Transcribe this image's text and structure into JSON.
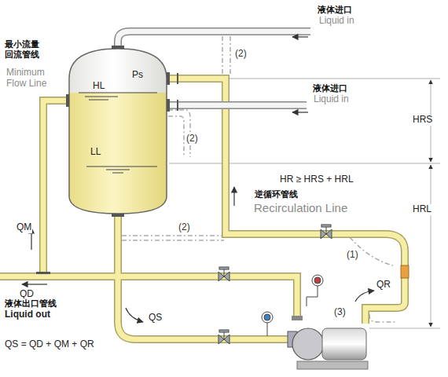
{
  "diagram": {
    "nodes": [
      {
        "text": [
          "Ps",
          "HL",
          "LL"
        ]
      }
    ],
    "labels": [
      "液体进口",
      "Liquid in",
      "最小流量 回流管线",
      "Minimum Flow Line",
      "液体进口",
      "Liquid in",
      "(2)",
      "(2)",
      "(2)",
      "HRS",
      "HR ≥ HRS + HRL",
      "HRL",
      "逆循环管线",
      "Recirculation Line",
      "(1)",
      "(3)",
      "QM",
      "QD",
      "QS",
      "QR",
      "液体出口管线",
      "Liquid out",
      "QS = QD + QM + QR"
    ]
  }
}
